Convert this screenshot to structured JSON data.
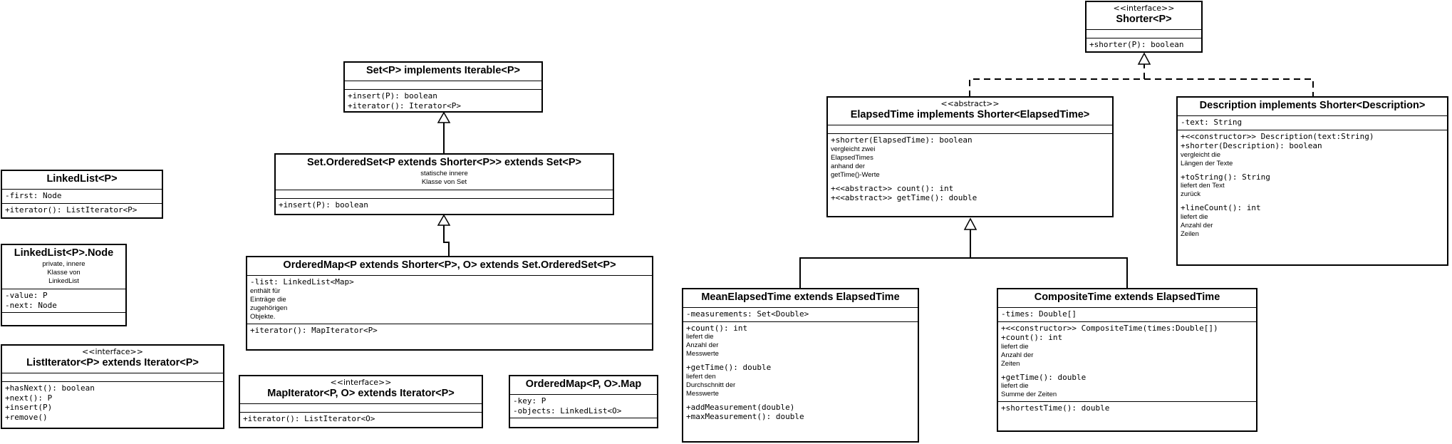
{
  "classes": {
    "shorter": {
      "stereotype": "<<interface>>",
      "name": "Shorter<P>",
      "methods": [
        "+shorter(P): boolean"
      ]
    },
    "set": {
      "name": "Set<P> implements Iterable<P>",
      "methods": [
        "+insert(P): boolean",
        "+iterator(): Iterator<P>"
      ]
    },
    "ordered_set": {
      "name": "Set.OrderedSet<P extends Shorter<P>> extends Set<P>",
      "note": [
        "statische innere",
        "Klasse von Set"
      ],
      "methods": [
        "+insert(P): boolean"
      ]
    },
    "ordered_map": {
      "name": "OrderedMap<P extends Shorter<P>, O> extends Set.OrderedSet<P>",
      "attr": "-list: LinkedList<Map>",
      "attr_desc": [
        "enthält für",
        "Einträge die",
        "zugehörigen",
        "Objekte."
      ],
      "methods": [
        "+iterator(): MapIterator<P>"
      ]
    },
    "linked_list": {
      "name": "LinkedList<P>",
      "attr": "-first: Node",
      "methods": [
        "+iterator(): ListIterator<P>"
      ]
    },
    "linked_list_node": {
      "name": "LinkedList<P>.Node",
      "note": [
        "private, innere",
        "Klasse von",
        "LinkedList"
      ],
      "attrs": [
        "-value: P",
        "-next: Node"
      ]
    },
    "list_iterator": {
      "stereotype": "<<interface>>",
      "name": "ListIterator<P> extends Iterator<P>",
      "methods": [
        "+hasNext(): boolean",
        "+next(): P",
        "+insert(P)",
        "+remove()"
      ]
    },
    "map_iterator": {
      "stereotype": "<<interface>>",
      "name": "MapIterator<P, O> extends Iterator<P>",
      "methods": [
        "+iterator(): ListIterator<O>"
      ]
    },
    "map": {
      "name": "OrderedMap<P, O>.Map",
      "attrs": [
        "-key: P",
        "-objects: LinkedList<O>"
      ]
    },
    "elapsed_time": {
      "stereotype": "<<abstract>>",
      "name": "ElapsedTime implements Shorter<ElapsedTime>",
      "m1": "+shorter(ElapsedTime): boolean",
      "m1_desc": [
        "vergleicht zwei",
        "ElapsedTimes",
        "anhand der",
        "getTime()-Werte"
      ],
      "m2": "+<<abstract>> count(): int",
      "m3": "+<<abstract>> getTime(): double"
    },
    "description": {
      "name": "Description implements Shorter<Description>",
      "attr": "-text: String",
      "m1": "+<<constructor>> Description(text:String)",
      "m2": "+shorter(Description): boolean",
      "m2_desc": [
        "vergleicht die",
        "Längen der Texte"
      ],
      "m3": "+toString(): String",
      "m3_desc": [
        "liefert den Text",
        "zurück"
      ],
      "m4": "+lineCount(): int",
      "m4_desc": [
        "liefert die",
        "Anzahl der",
        "Zeilen"
      ]
    },
    "mean_elapsed_time": {
      "name": "MeanElapsedTime extends ElapsedTime",
      "attr": "-measurements: Set<Double>",
      "m1": "+count(): int",
      "m1_desc": [
        "liefert die",
        "Anzahl der",
        "Messwerte"
      ],
      "m2": "+getTime(): double",
      "m2_desc": [
        "liefert den",
        "Durchschnitt der",
        "Messwerte"
      ],
      "m3": "+addMeasurement(double)",
      "m4": "+maxMeasurement(): double"
    },
    "composite_time": {
      "name": "CompositeTime extends ElapsedTime",
      "attr": "-times: Double[]",
      "m1": "+<<constructor>> CompositeTime(times:Double[])",
      "m2": "+count(): int",
      "m2_desc": [
        "liefert die",
        "Anzahl der",
        "Zeiten"
      ],
      "m3": "+getTime(): double",
      "m3_desc": [
        "liefert die",
        "Summe der Zeiten"
      ],
      "m4": "+shortestTime(): double"
    }
  }
}
